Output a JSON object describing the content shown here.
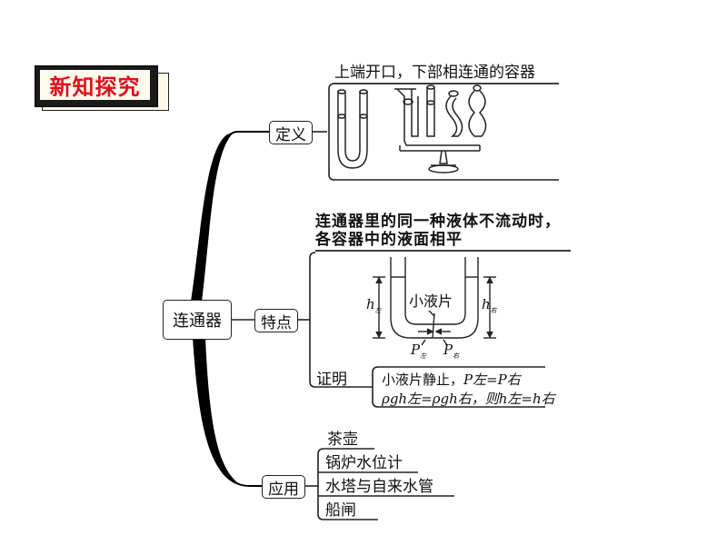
{
  "header": {
    "badge_label": "新知探究",
    "badge_color": "#e0101a"
  },
  "mindmap": {
    "root": "连通器",
    "branches": [
      {
        "label": "定义",
        "content": "上端开口，下部相连通的容器"
      },
      {
        "label": "特点",
        "content_line1": "连通器里的同一种液体不流动时，",
        "content_line2": "各容器中的液面相平",
        "diagram": {
          "label_film": "小液片",
          "h_left": "h",
          "h_left_sub": "左",
          "h_right": "h",
          "h_right_sub": "右",
          "p_left": "P",
          "p_left_sub": "左",
          "p_right": "P",
          "p_right_sub": "右"
        },
        "proof": {
          "label": "证明",
          "line1_text": "小液片静止，",
          "line1_formula": "P左=P右",
          "line2_formula": "ρgh左=ρgh右，则h左=h右"
        }
      },
      {
        "label": "应用",
        "items": [
          "茶壶",
          "锅炉水位计",
          "水塔与自来水管",
          "船闸"
        ]
      }
    ]
  }
}
